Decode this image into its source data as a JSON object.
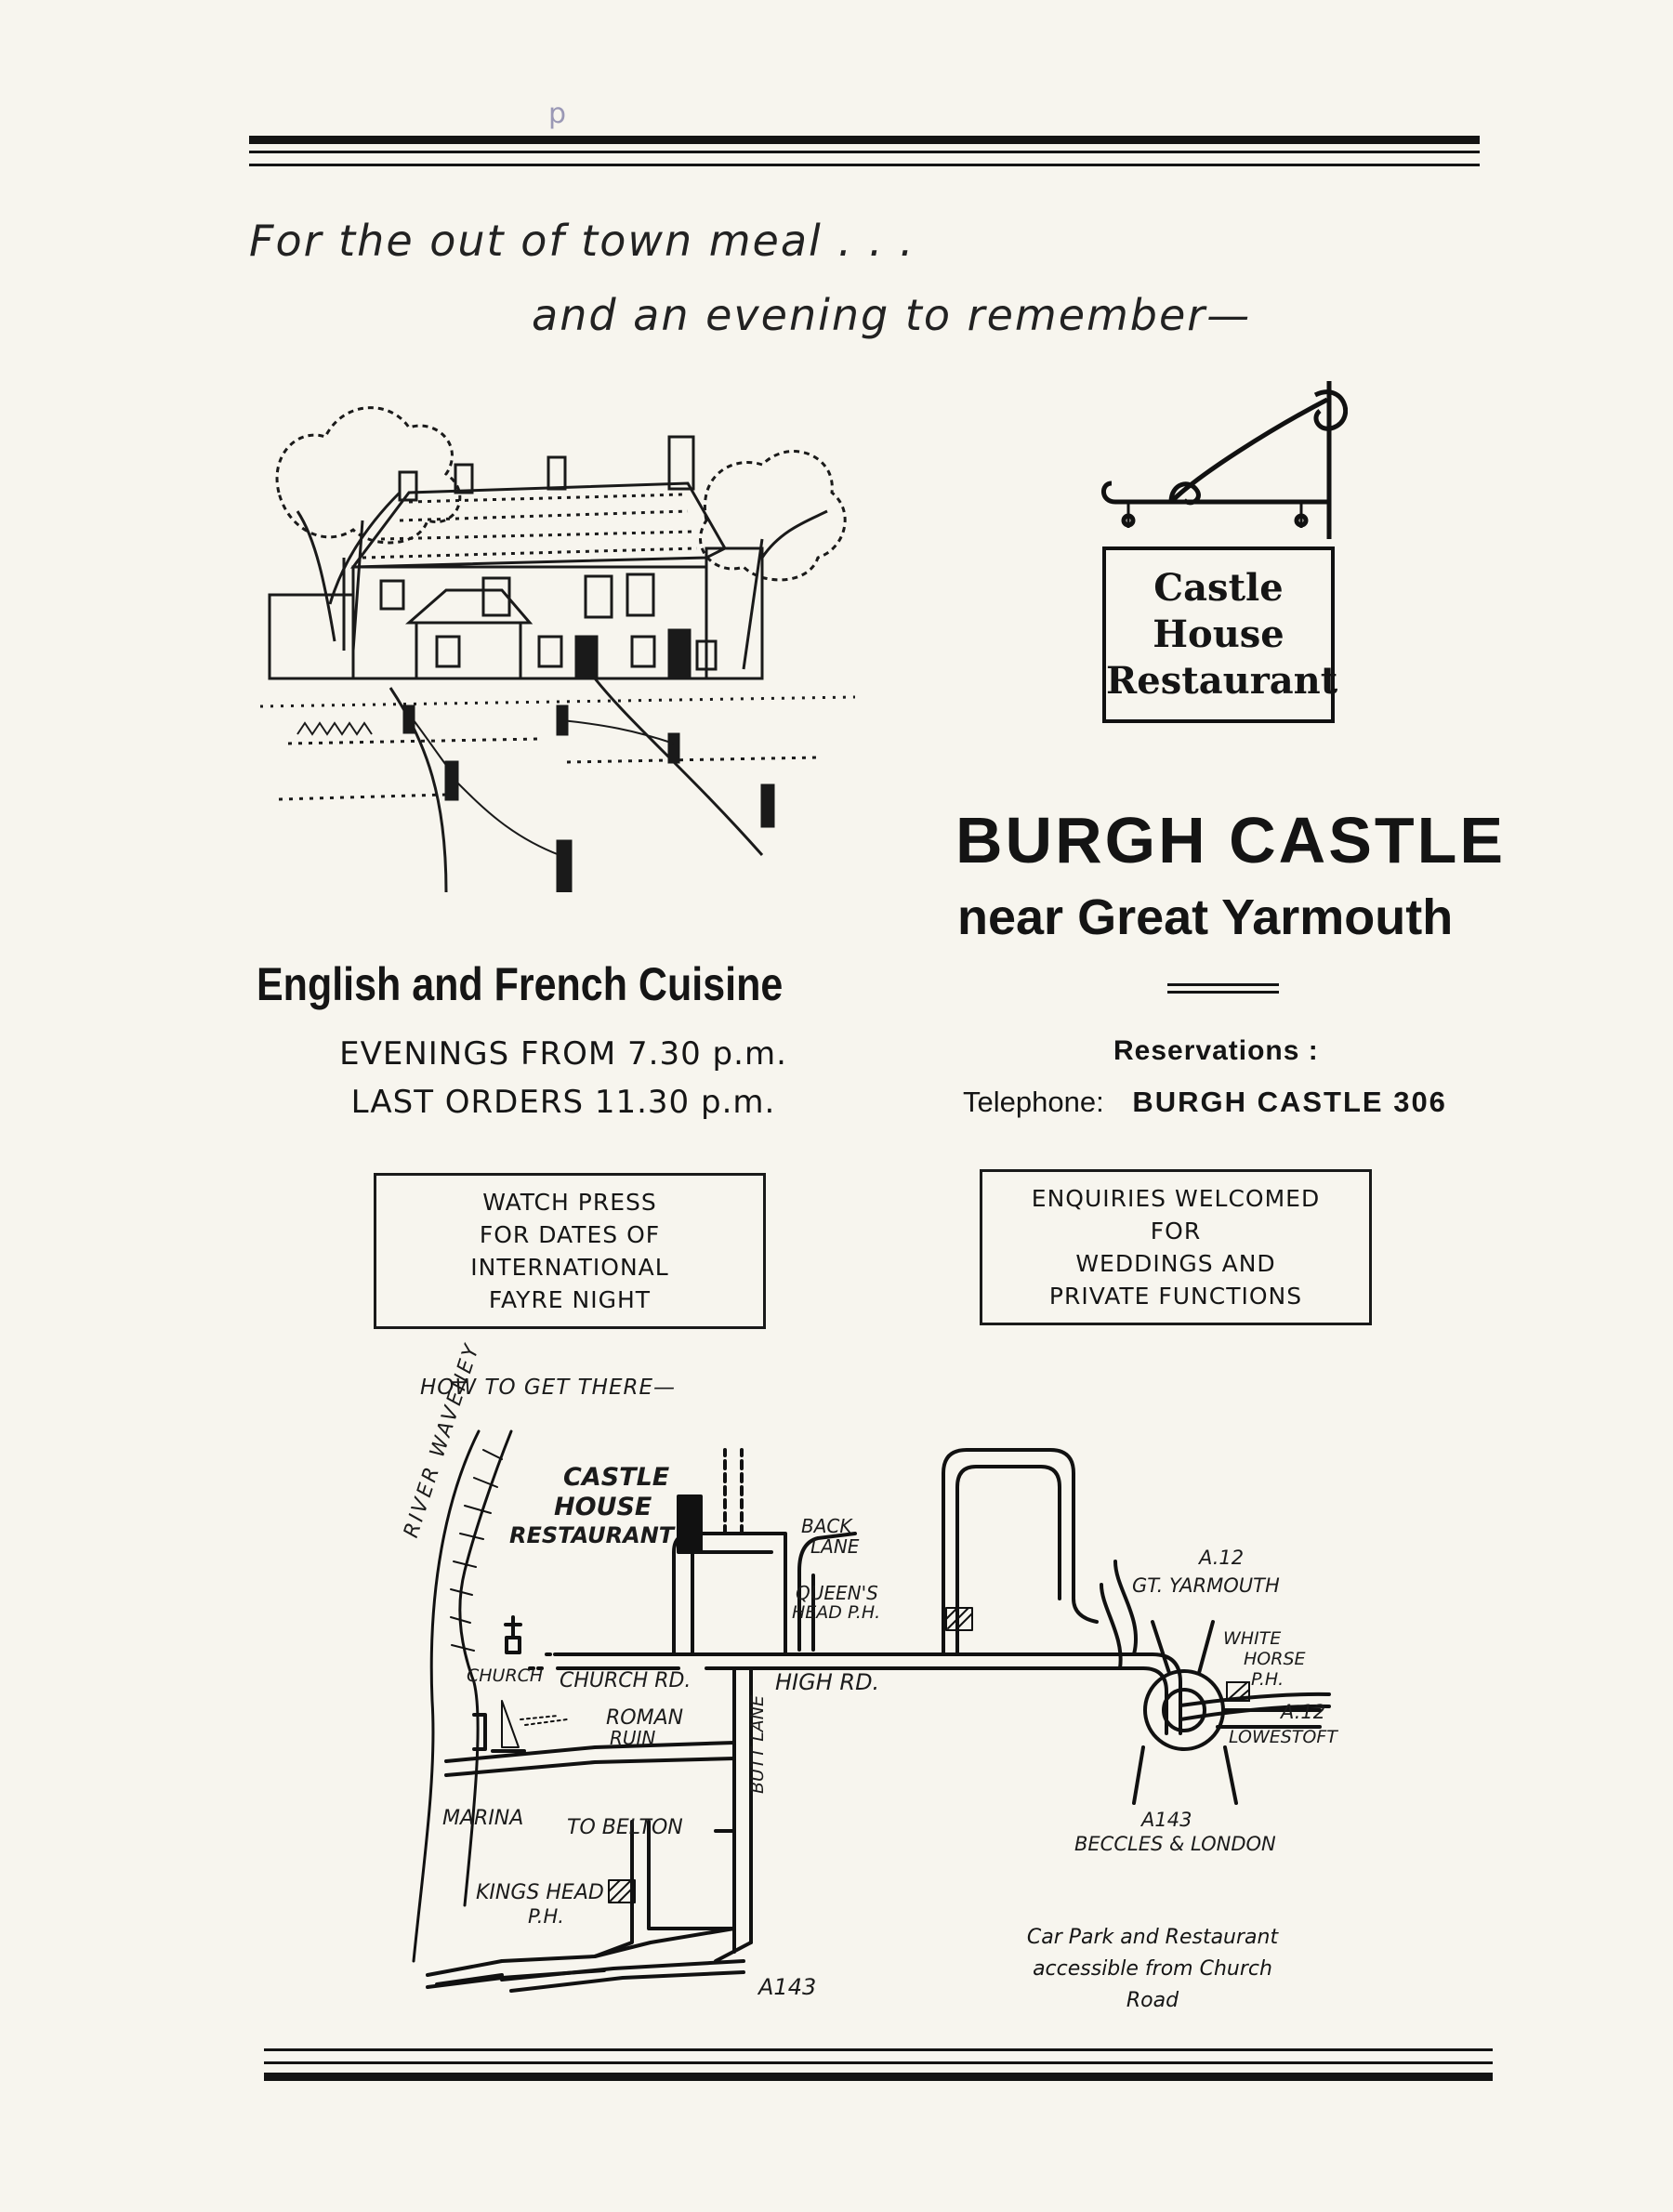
{
  "margin_mark": "p",
  "tagline": {
    "line1": "For the out of town meal . . .",
    "line2": "and an evening to remember—"
  },
  "sign": {
    "line1": "Castle",
    "line2": "House",
    "line3": "Restaurant"
  },
  "location": {
    "title": "BURGH CASTLE",
    "subtitle": "near Great Yarmouth"
  },
  "cuisine": {
    "title": "English and French Cuisine",
    "evenings": "EVENINGS FROM 7.30 p.m.",
    "last_orders": "LAST ORDERS 11.30 p.m."
  },
  "reservations": {
    "heading": "Reservations :",
    "telephone_label": "Telephone:",
    "telephone_number": "BURGH CASTLE 306"
  },
  "box_left": [
    "WATCH PRESS",
    "FOR DATES OF",
    "INTERNATIONAL",
    "FAYRE NIGHT"
  ],
  "box_right": [
    "ENQUIRIES WELCOMED",
    "FOR",
    "WEDDINGS AND",
    "PRIVATE FUNCTIONS"
  ],
  "map": {
    "heading": "HOW TO GET THERE—",
    "river": "RIVER WAVENEY",
    "restaurant": [
      "CASTLE",
      "HOUSE",
      "RESTAURANT"
    ],
    "back_lane": [
      "BACK",
      "LANE"
    ],
    "queens_head": [
      "QUEEN'S",
      "HEAD P.H."
    ],
    "church": "CHURCH",
    "church_rd": "CHURCH RD.",
    "high_rd": "HIGH RD.",
    "butt_lane": "BUTT LANE",
    "roman_ruin": [
      "ROMAN",
      "RUIN"
    ],
    "marina": "MARINA",
    "to_belton": "TO BELTON",
    "kings_head": [
      "KINGS HEAD",
      "P.H."
    ],
    "a143_bottom": "A143",
    "a12_north": [
      "A.12",
      "GT. YARMOUTH"
    ],
    "white_horse": [
      "WHITE",
      "HORSE",
      "P.H."
    ],
    "a12_east": [
      "A.12",
      "LOWESTOFT"
    ],
    "a143_south": [
      "A143",
      "BECCLES & LONDON"
    ]
  },
  "note": [
    "Car Park and Restaurant",
    "accessible from Church Road"
  ]
}
